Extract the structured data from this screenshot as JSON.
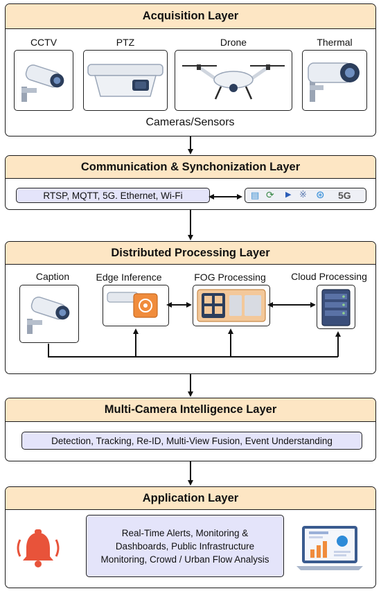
{
  "acquisition": {
    "title": "Acquisition Layer",
    "devices": [
      {
        "label": "CCTV",
        "icon": "cctv-camera-icon"
      },
      {
        "label": "PTZ",
        "icon": "ptz-camera-icon"
      },
      {
        "label": "Drone",
        "icon": "drone-icon"
      },
      {
        "label": "Thermal",
        "icon": "thermal-camera-icon"
      }
    ],
    "footer": "Cameras/Sensors"
  },
  "communication": {
    "title": "Communication & Synchonization Layer",
    "protocols": "RTSP, MQTT, 5G. Ethernet, Wi-Fi",
    "network_icons": [
      "network-icon",
      "sync-icon",
      "stream-icon",
      "signal-icon",
      "wifi-icon"
    ],
    "network_label": "5G"
  },
  "processing": {
    "title": "Distributed Processing Layer",
    "nodes": [
      {
        "label": "Caption",
        "icon": "camera-icon"
      },
      {
        "label": "Edge Inference",
        "icon": "edge-chip-icon"
      },
      {
        "label": "FOG Processing",
        "icon": "fog-node-icon"
      },
      {
        "label": "Cloud Processing",
        "icon": "server-rack-icon"
      }
    ]
  },
  "intelligence": {
    "title": "Multi-Camera Intelligence Layer",
    "tasks": "Detection, Tracking, Re-ID, Multi-View Fusion, Event Understanding"
  },
  "application": {
    "title": "Application Layer",
    "line1": "Real-Time Alerts, Monitoring &",
    "line2": "Dashboards, Public Infrastructure",
    "line3": "Monitoring, Crowd / Urban Flow Analysis",
    "icons": [
      "alarm-bell-icon",
      "dashboard-laptop-icon"
    ]
  },
  "colors": {
    "header": "#fde6c4",
    "pill": "#e4e4fa",
    "accent_orange": "#f08c3c",
    "bell_red": "#e8533a"
  }
}
